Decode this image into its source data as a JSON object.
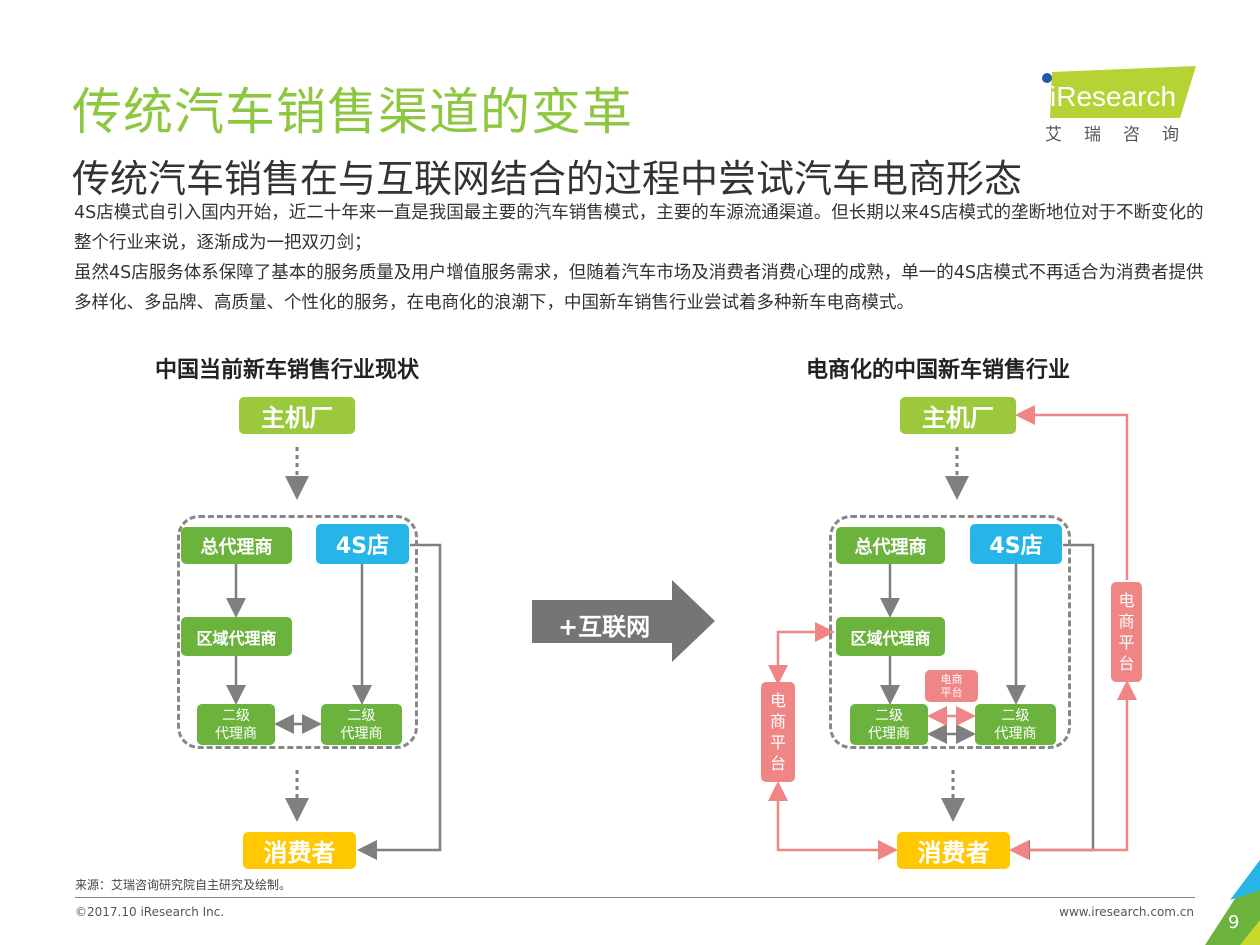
{
  "header": {
    "title": "传统汽车销售渠道的变革",
    "subtitle": "传统汽车销售在与互联网结合的过程中尝试汽车电商形态"
  },
  "logo": {
    "brand": "iResearch",
    "cn": "艾瑞咨询"
  },
  "body": {
    "p1": "4S店模式自引入国内开始，近二十年来一直是我国最主要的汽车销售模式，主要的车源流通渠道。但长期以来4S店模式的垄断地位对于不断变化的整个行业来说，逐渐成为一把双刃剑；",
    "p2": "虽然4S店服务体系保障了基本的服务质量及用户增值服务需求，但随着汽车市场及消费者消费心理的成熟，单一的4S店模式不再适合为消费者提供多样化、多品牌、高质量、个性化的服务，在电商化的浪潮下，中国新车销售行业尝试着多种新车电商模式。"
  },
  "left": {
    "title": "中国当前新车销售行业现状",
    "oem": "主机厂",
    "general": "总代理商",
    "s4": "4S店",
    "regional": "区域代理商",
    "sec1": "二级\n代理商",
    "sec2": "二级\n代理商",
    "consumer": "消费者"
  },
  "arrow": {
    "label": "+互联网"
  },
  "right": {
    "title": "电商化的中国新车销售行业",
    "oem": "主机厂",
    "general": "总代理商",
    "s4": "4S店",
    "regional": "区域代理商",
    "sec1": "二级\n代理商",
    "sec2": "二级\n代理商",
    "consumer": "消费者",
    "ecom_small": "电商\n平台",
    "ecom_left": "电\n商\n平\n台",
    "ecom_right": "电\n商\n平\n台"
  },
  "footer": {
    "source": "来源：艾瑞咨询研究院自主研究及绘制。",
    "copyright": "©2017.10 iResearch Inc.",
    "url": "www.iresearch.com.cn",
    "page": "9"
  }
}
